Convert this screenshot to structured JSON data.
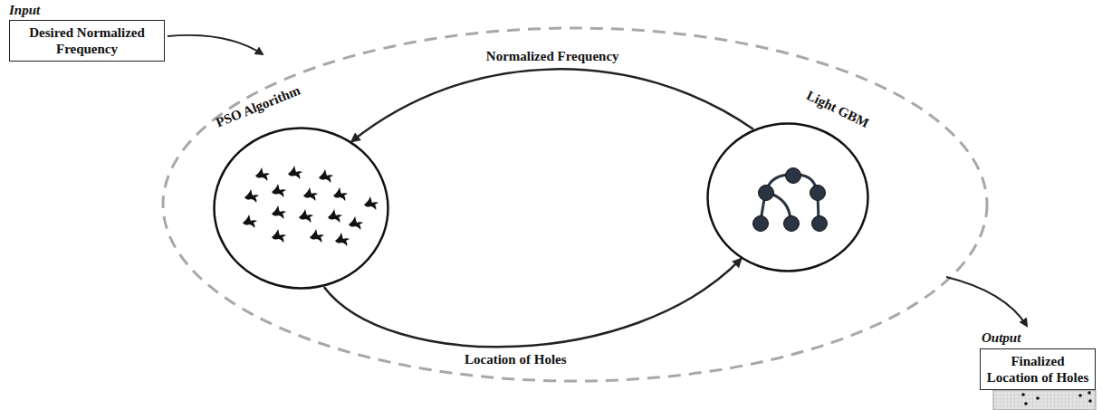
{
  "diagram": {
    "nodes": [
      {
        "text": [
          "Desired Normalized Frequency"
        ]
      },
      {
        "text": [
          "PSO Algorithm"
        ]
      },
      {
        "text": [
          "Light GBM"
        ]
      },
      {
        "text": [
          "Finalized Location of Holes"
        ]
      }
    ],
    "edges": [
      {
        "from": 2,
        "to": 1,
        "label": "Normalized Frequency",
        "arrow": "to"
      },
      {
        "from": 1,
        "to": 2,
        "label": "Location of Holes",
        "arrow": "to"
      }
    ],
    "labels": [
      "Input",
      "Output"
    ]
  }
}
